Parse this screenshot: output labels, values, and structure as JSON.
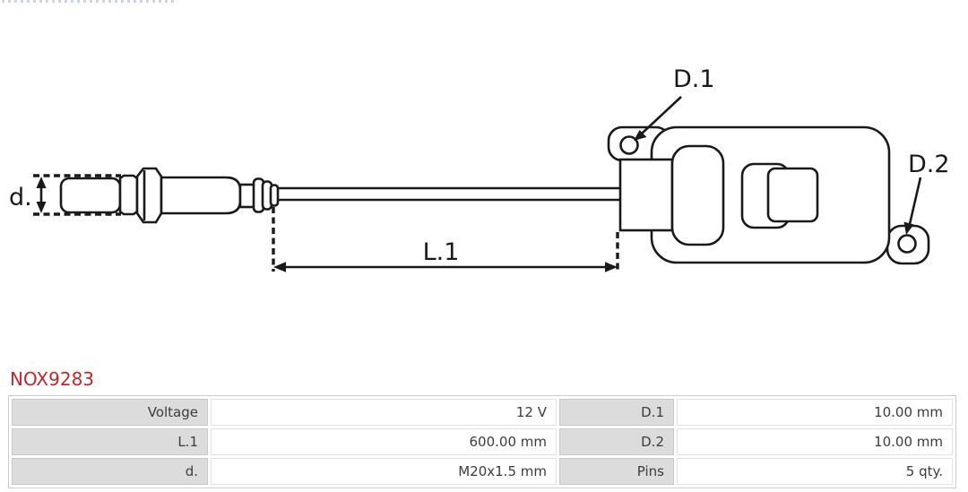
{
  "page": {
    "background": "#ffffff"
  },
  "diagram": {
    "stroke_color": "#1a1a1a",
    "labels": {
      "d": "d.",
      "l1": "L.1",
      "d1": "D.1",
      "d2": "D.2"
    }
  },
  "part_number": {
    "text": "NOX9283",
    "color": "#c0272c"
  },
  "spec_table": {
    "label_bg": "#dcdcdc",
    "border_color": "#cccccc",
    "text_color": "#3c3c3c",
    "rows": [
      {
        "label_left": "Voltage",
        "value_left": "12 V",
        "label_right": "D.1",
        "value_right": "10.00 mm"
      },
      {
        "label_left": "L.1",
        "value_left": "600.00 mm",
        "label_right": "D.2",
        "value_right": "10.00 mm"
      },
      {
        "label_left": "d.",
        "value_left": "M20x1.5 mm",
        "label_right": "Pins",
        "value_right": "5 qty."
      }
    ]
  }
}
